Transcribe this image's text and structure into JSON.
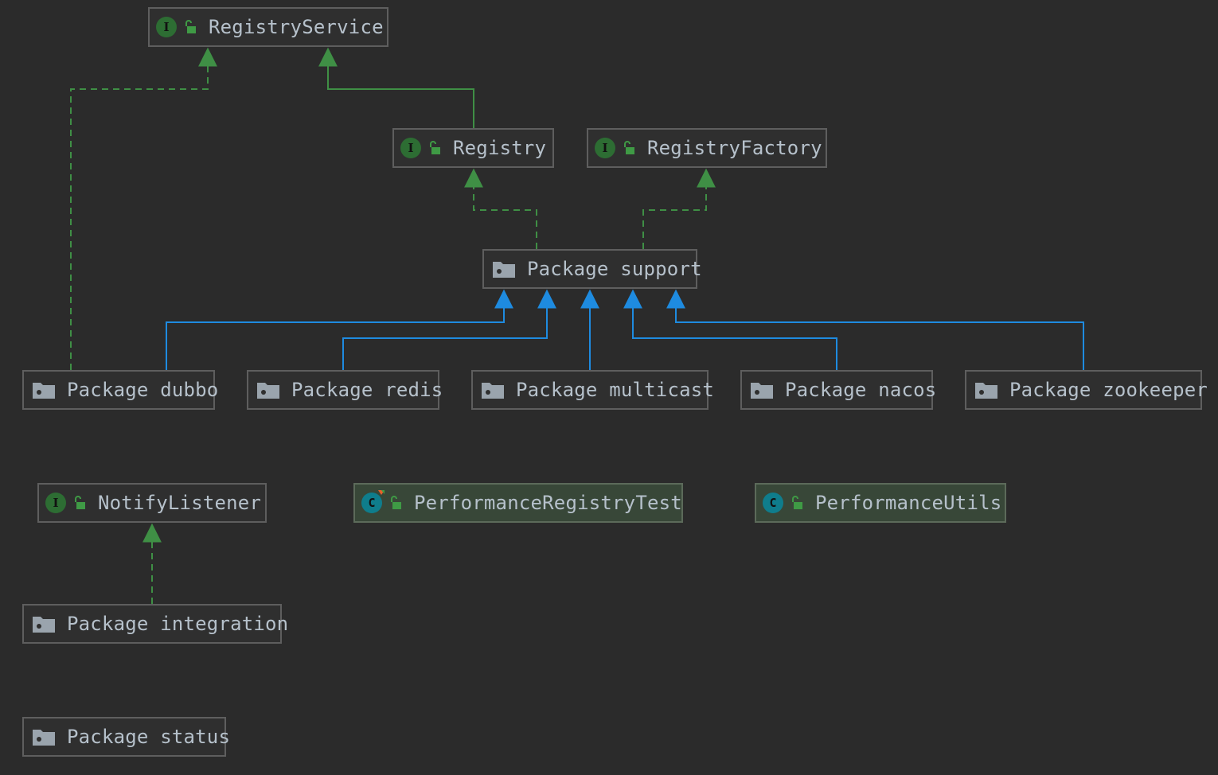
{
  "colors": {
    "background": "#2b2b2b",
    "realization_edge": "#3f8f45",
    "dependency_edge": "#1e8be0",
    "interface_badge": "#2d6d33",
    "class_badge": "#0f7d8c"
  },
  "nodes": {
    "registry_service": {
      "label": "RegistryService",
      "kind": "interface",
      "icon": "interface-icon"
    },
    "registry": {
      "label": "Registry",
      "kind": "interface",
      "icon": "interface-icon"
    },
    "registry_factory": {
      "label": "RegistryFactory",
      "kind": "interface",
      "icon": "interface-icon"
    },
    "package_support": {
      "label": "Package support",
      "kind": "package",
      "icon": "folder-icon"
    },
    "package_dubbo": {
      "label": "Package dubbo",
      "kind": "package",
      "icon": "folder-icon"
    },
    "package_redis": {
      "label": "Package redis",
      "kind": "package",
      "icon": "folder-icon"
    },
    "package_multicast": {
      "label": "Package multicast",
      "kind": "package",
      "icon": "folder-icon"
    },
    "package_nacos": {
      "label": "Package nacos",
      "kind": "package",
      "icon": "folder-icon"
    },
    "package_zookeeper": {
      "label": "Package zookeeper",
      "kind": "package",
      "icon": "folder-icon"
    },
    "notify_listener": {
      "label": "NotifyListener",
      "kind": "interface",
      "icon": "interface-icon"
    },
    "performance_registry_test": {
      "label": "PerformanceRegistryTest",
      "kind": "test-class",
      "icon": "class-icon"
    },
    "performance_utils": {
      "label": "PerformanceUtils",
      "kind": "class",
      "icon": "class-icon"
    },
    "package_integration": {
      "label": "Package integration",
      "kind": "package",
      "icon": "folder-icon"
    },
    "package_status": {
      "label": "Package status",
      "kind": "package",
      "icon": "folder-icon"
    }
  },
  "badges": {
    "interface": "I",
    "class": "C"
  },
  "edges": [
    {
      "from": "package_dubbo",
      "to": "registry_service",
      "style": "realization-dashed"
    },
    {
      "from": "registry",
      "to": "registry_service",
      "style": "generalization-solid"
    },
    {
      "from": "package_support",
      "to": "registry",
      "style": "realization-dashed"
    },
    {
      "from": "package_support",
      "to": "registry_factory",
      "style": "realization-dashed"
    },
    {
      "from": "package_dubbo",
      "to": "package_support",
      "style": "dependency"
    },
    {
      "from": "package_redis",
      "to": "package_support",
      "style": "dependency"
    },
    {
      "from": "package_multicast",
      "to": "package_support",
      "style": "dependency"
    },
    {
      "from": "package_nacos",
      "to": "package_support",
      "style": "dependency"
    },
    {
      "from": "package_zookeeper",
      "to": "package_support",
      "style": "dependency"
    },
    {
      "from": "package_integration",
      "to": "notify_listener",
      "style": "realization-dashed"
    }
  ]
}
